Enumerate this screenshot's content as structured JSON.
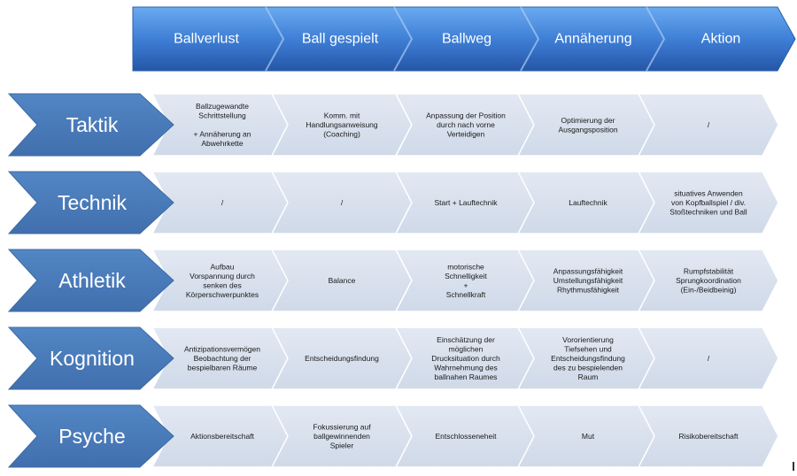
{
  "header": {
    "steps": [
      "Ballverlust",
      "Ball gespielt",
      "Ballweg",
      "Annäherung",
      "Aktion"
    ]
  },
  "rows": [
    {
      "label": "Taktik",
      "cells": [
        [
          "Ballzugewandte",
          "Schrittstellung",
          "",
          "+ Annäherung an",
          "Abwehrkette"
        ],
        [
          "Komm. mit",
          "Handlungsanweisung",
          "(Coaching)"
        ],
        [
          "Anpassung der Position",
          "durch nach vorne",
          "Verteidigen"
        ],
        [
          "Optimierung der",
          "Ausgangsposition"
        ],
        [
          "/"
        ]
      ]
    },
    {
      "label": "Technik",
      "cells": [
        [
          "/"
        ],
        [
          "/"
        ],
        [
          "Start + Lauftechnik"
        ],
        [
          "Lauftechnik"
        ],
        [
          "situatives Anwenden",
          "von Kopfballspiel / div.",
          "Stoßtechniken und Ball"
        ]
      ]
    },
    {
      "label": "Athletik",
      "cells": [
        [
          "Aufbau",
          "Vorspannung durch",
          "senken des",
          "Körperschwerpunktes"
        ],
        [
          "Balance"
        ],
        [
          "motorische",
          "Schnelligkeit",
          "+",
          "Schnellkraft"
        ],
        [
          "Anpassungsfähigkeit",
          "Umstellungsfähigkeit",
          "Rhythmusfähigkeit"
        ],
        [
          "Rumpfstabilität",
          "Sprungkoordination",
          "(Ein-/Beidbeinig)"
        ]
      ]
    },
    {
      "label": "Kognition",
      "cells": [
        [
          "Antizipationsvermögen",
          "Beobachtung der",
          "bespielbaren Räume"
        ],
        [
          "Entscheidungsfindung"
        ],
        [
          "Einschätzung der",
          "möglichen",
          "Drucksituation durch",
          "Wahrnehmung des",
          "ballnahen Raumes"
        ],
        [
          "Vororientierung",
          "Tiefsehen und",
          "Entscheidungsfindung",
          "des zu bespielenden",
          "Raum"
        ],
        [
          "/"
        ]
      ]
    },
    {
      "label": "Psyche",
      "cells": [
        [
          "Aktionsbereitschaft"
        ],
        [
          "Fokussierung auf",
          "ballgewinnenden",
          "Spieler"
        ],
        [
          "Entschlosseneheit"
        ],
        [
          "Mut"
        ],
        [
          "Risikobereitschaft"
        ]
      ]
    }
  ],
  "colors": {
    "header_top": "#5b9ee8",
    "header_bottom": "#2b63b8",
    "row_label_fill": "#4a7ebb",
    "cell_fill": "#d6dfec",
    "text_dark": "#1a1a1a"
  }
}
